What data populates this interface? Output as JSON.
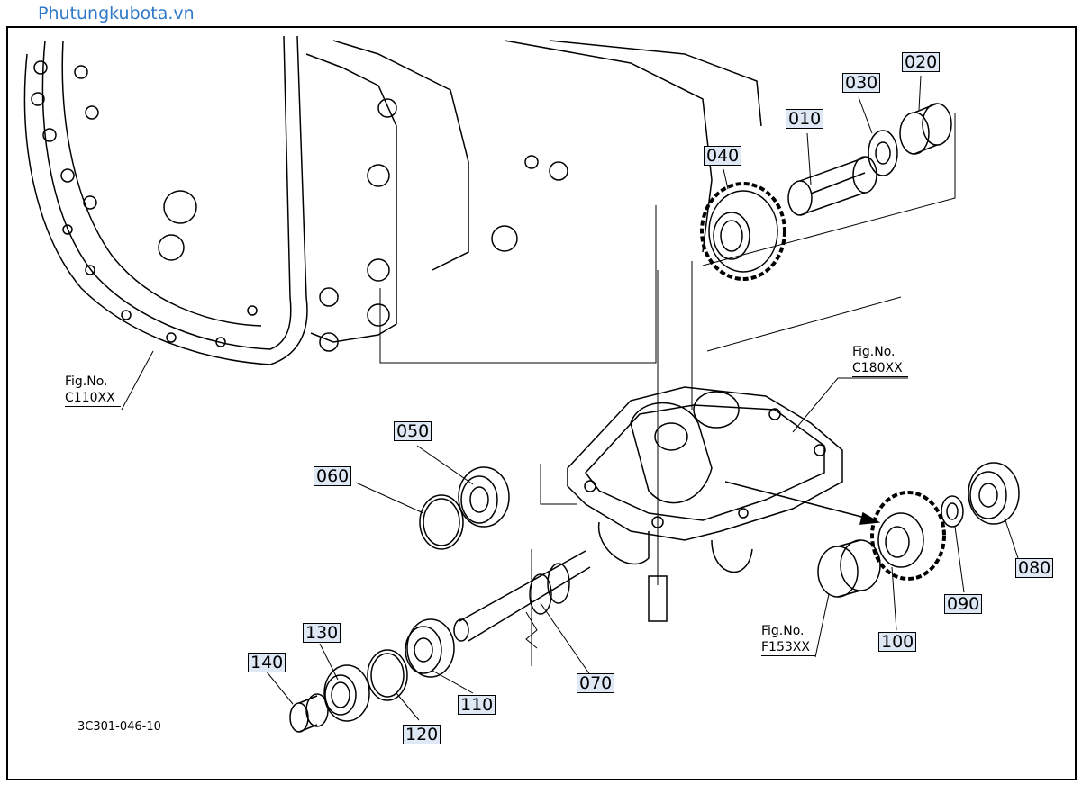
{
  "watermark": "Phutungkubota.vn",
  "drawing_code": "3C301-046-10",
  "fig_refs": [
    {
      "line1": "Fig.No.",
      "line2": "C110XX"
    },
    {
      "line1": "Fig.No.",
      "line2": "C180XX"
    },
    {
      "line1": "Fig.No.",
      "line2": "F153XX"
    }
  ],
  "part_labels": [
    "010",
    "020",
    "030",
    "040",
    "050",
    "060",
    "070",
    "080",
    "090",
    "100",
    "110",
    "120",
    "130",
    "140"
  ]
}
